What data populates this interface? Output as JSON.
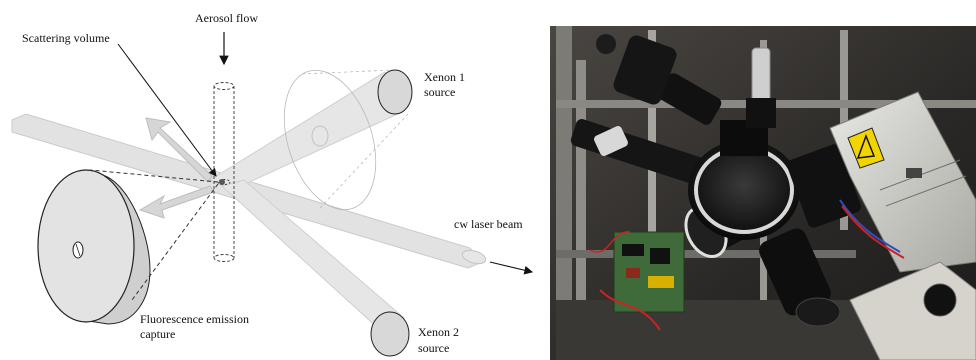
{
  "diagram": {
    "labels": {
      "aerosol_flow": "Aerosol flow",
      "scattering_volume": "Scattering volume",
      "xenon1_line1": "Xenon 1",
      "xenon1_line2": "source",
      "cw_laser": "cw laser beam",
      "fluorescence_line1": "Fluorescence emission",
      "fluorescence_line2": "capture",
      "xenon2_line1": "Xenon 2",
      "xenon2_line2": "source"
    },
    "colors": {
      "beam_fill": "#e2e2e2",
      "beam_stroke": "#c4c4c4",
      "disk_fill": "#dcdcdc",
      "line": "#111111",
      "dashed": "#333333"
    }
  },
  "photo": {
    "description_icon": "optical-chamber-photo",
    "colors": {
      "backdrop": "#2b2a28",
      "metal": "#b8b6b0",
      "black_body": "#101010",
      "pcb_green": "#3f6b3a",
      "warning_yellow": "#f2d400",
      "silver_box": "#cfcfca"
    }
  }
}
